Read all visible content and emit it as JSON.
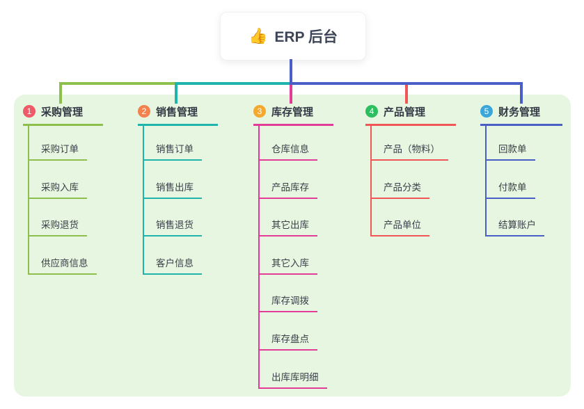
{
  "root": {
    "icon": "👍",
    "title": "ERP 后台",
    "line_color": "#4a5fc5"
  },
  "branches": [
    {
      "num": "1",
      "title": "采购管理",
      "badge_color": "#ee5a67",
      "line_color": "#8cbf4c",
      "children": [
        "采购订单",
        "采购入库",
        "采购退货",
        "供应商信息"
      ]
    },
    {
      "num": "2",
      "title": "销售管理",
      "badge_color": "#f4824d",
      "line_color": "#1fb5ad",
      "children": [
        "销售订单",
        "销售出库",
        "销售退货",
        "客户信息"
      ]
    },
    {
      "num": "3",
      "title": "库存管理",
      "badge_color": "#f5a82e",
      "line_color": "#e23c98",
      "children": [
        "仓库信息",
        "产品库存",
        "其它出库",
        "其它入库",
        "库存调拨",
        "库存盘点",
        "出库库明细"
      ]
    },
    {
      "num": "4",
      "title": "产品管理",
      "badge_color": "#2dbe60",
      "line_color": "#f05656",
      "children": [
        "产品（物料）",
        "产品分类",
        "产品单位"
      ]
    },
    {
      "num": "5",
      "title": "财务管理",
      "badge_color": "#3aa7db",
      "line_color": "#4a5fc5",
      "children": [
        "回款单",
        "付款单",
        "结算账户"
      ]
    }
  ],
  "panel_color": "#e7f6e0"
}
